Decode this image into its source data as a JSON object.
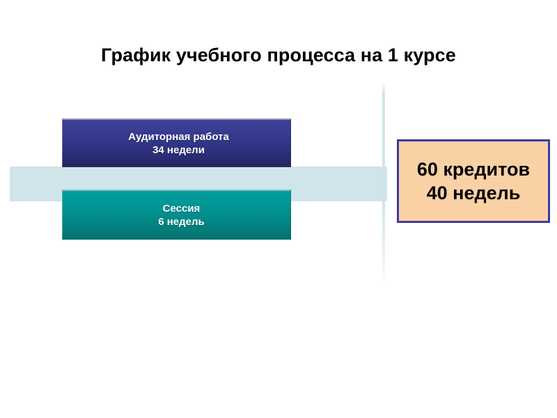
{
  "slide": {
    "title": "График учебного процесса на 1 курсе"
  },
  "diagram": {
    "blocks": [
      {
        "name": "study-work",
        "line1": "Аудиторная работа",
        "line2": "34 недели",
        "color": "#3d4196"
      },
      {
        "name": "session",
        "line1": "Сессия",
        "line2": "6 недель",
        "color": "#019e9c"
      }
    ],
    "summary": {
      "line1": "60 кредитов",
      "line2": "40 недель",
      "fill": "#fad1a5",
      "border": "#3c3ba0"
    },
    "band_color": "#cfe5ea"
  }
}
